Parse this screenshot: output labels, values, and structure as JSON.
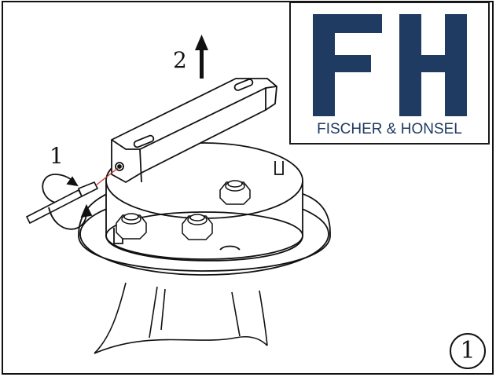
{
  "logo": {
    "initials": "FH",
    "name": "FISCHER & HONSEL",
    "color": "#1f3b62"
  },
  "steps": {
    "step1": "1",
    "step2": "2"
  },
  "figure_number": "1",
  "colors": {
    "line": "#111111",
    "accent_wire": "#c0392b"
  }
}
